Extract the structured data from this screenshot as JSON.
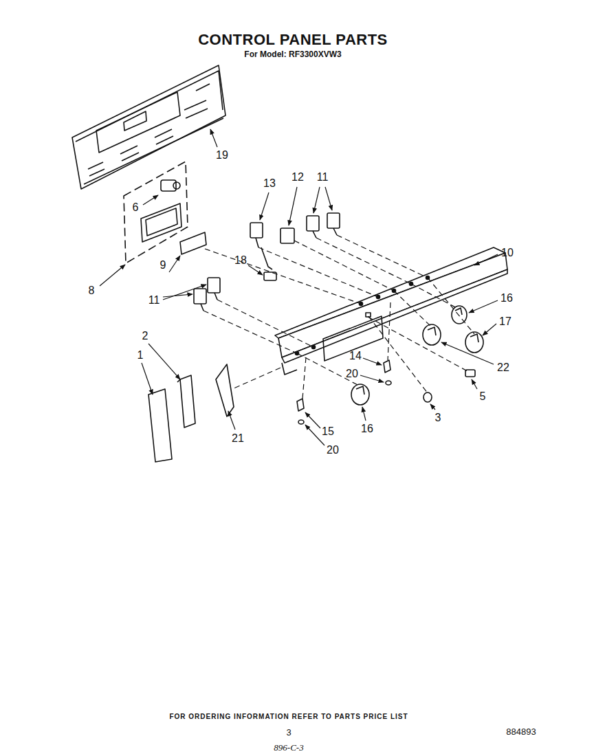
{
  "diagram": {
    "title": "CONTROL PANEL PARTS",
    "labels": [
      "For Model: RF3300XVW3",
      "19",
      "6",
      "13",
      "12",
      "11",
      "10",
      "8",
      "9",
      "18",
      "11",
      "16",
      "17",
      "22",
      "2",
      "1",
      "14",
      "20",
      "5",
      "3",
      "21",
      "15",
      "20",
      "16",
      "FOR ORDERING INFORMATION REFER TO PARTS PRICE LIST",
      "3",
      "884893",
      "896-C-3"
    ]
  }
}
